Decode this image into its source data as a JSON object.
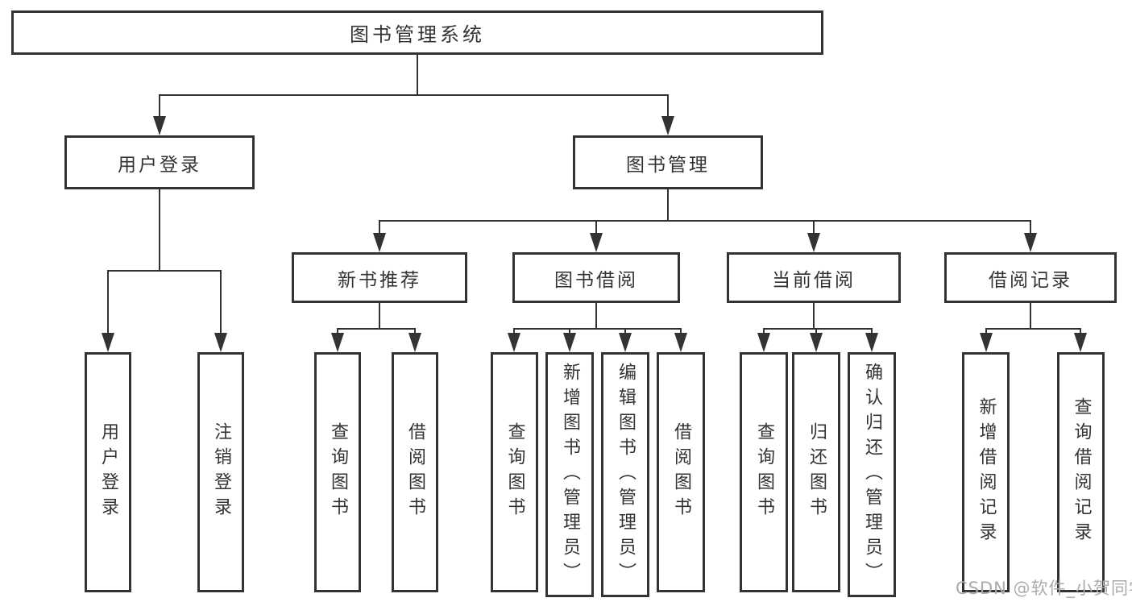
{
  "root_label": "图书管理系统",
  "level2": [
    "用户登录",
    "图书管理"
  ],
  "level3": [
    "新书推荐",
    "图书借阅",
    "当前借阅",
    "借阅记录"
  ],
  "leaves": [
    {
      "label": "用户登录",
      "parent": "用户登录"
    },
    {
      "label": "注销登录",
      "parent": "用户登录"
    },
    {
      "label": "查询图书",
      "parent": "新书推荐"
    },
    {
      "label": "借阅图书",
      "parent": "新书推荐"
    },
    {
      "label": "查询图书",
      "parent": "图书借阅"
    },
    {
      "label": "新增图书（管理员）",
      "parent": "图书借阅"
    },
    {
      "label": "编辑图书（管理员）",
      "parent": "图书借阅"
    },
    {
      "label": "借阅图书",
      "parent": "图书借阅"
    },
    {
      "label": "查询图书",
      "parent": "当前借阅"
    },
    {
      "label": "归还图书",
      "parent": "当前借阅"
    },
    {
      "label": "确认归还（管理员）",
      "parent": "当前借阅"
    },
    {
      "label": "新增借阅记录",
      "parent": "借阅记录"
    },
    {
      "label": "查询借阅记录",
      "parent": "借阅记录"
    }
  ],
  "colors": {
    "line": "#333333",
    "watermark": "#ababab",
    "background": "#ffffff"
  },
  "watermark": "CSDN @软件_小贺同学"
}
